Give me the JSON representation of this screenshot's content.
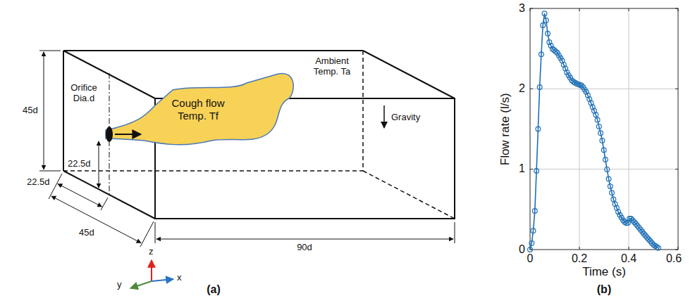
{
  "diagram": {
    "nodes": [
      {
        "text": [
          "Cough flow Temp. Tf"
        ]
      }
    ],
    "labels": [
      "Ambient Temp. Ta",
      "Gravity",
      "45d",
      "Orifice Dia.d",
      "22.5d",
      "22.5d",
      "45d",
      "90d",
      "z",
      "y",
      "x",
      "(a)",
      "(b)",
      "3",
      "2",
      "1",
      "0",
      "0",
      "0.2",
      "0.4",
      "0.6",
      "Flow rate (l/s)",
      "Time (s)"
    ]
  }
}
